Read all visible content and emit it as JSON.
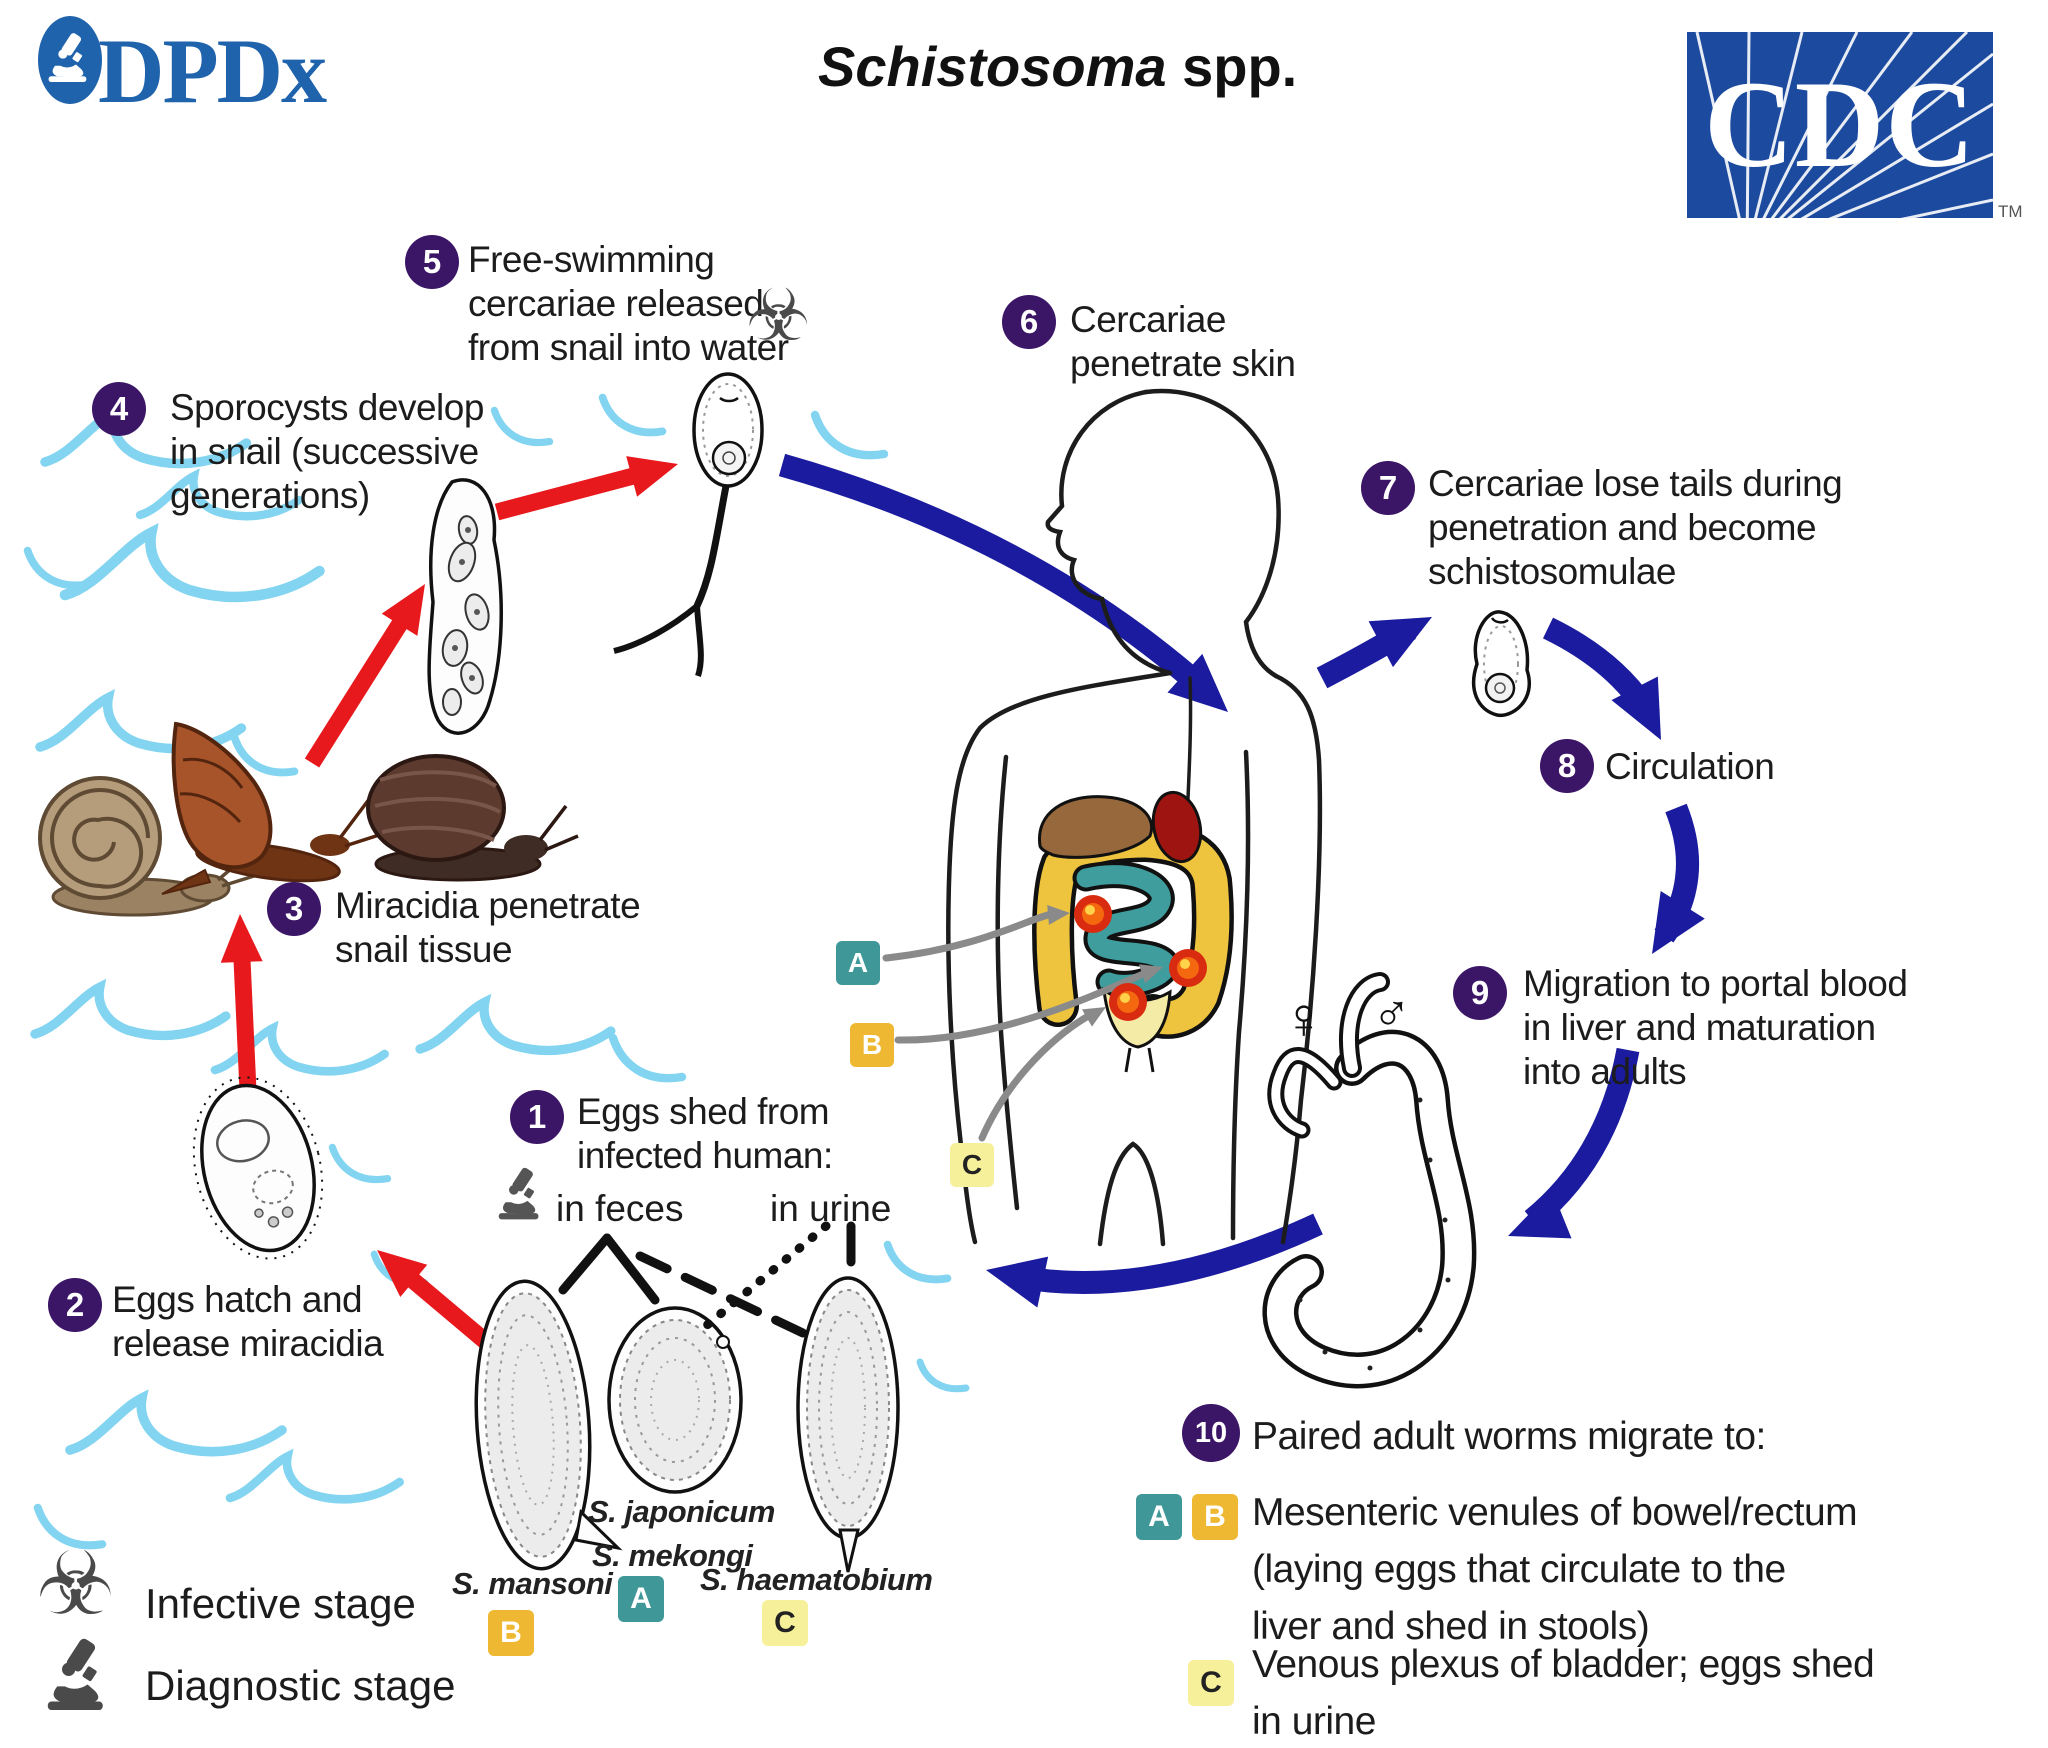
{
  "header": {
    "dpdx": "DPDx",
    "title_species": "Schistosoma",
    "title_suffix": " spp.",
    "cdc": "CDC",
    "tm": "TM"
  },
  "steps": {
    "s1": {
      "num": "1",
      "line1": "Eggs shed from",
      "line2": "infected human:"
    },
    "s2": {
      "num": "2",
      "line1": "Eggs hatch and",
      "line2": "release miracidia"
    },
    "s3": {
      "num": "3",
      "line1": "Miracidia penetrate",
      "line2": "snail tissue"
    },
    "s4": {
      "num": "4",
      "line1": "Sporocysts develop",
      "line2": "in snail (successive",
      "line3": "generations)"
    },
    "s5": {
      "num": "5",
      "line1": "Free-swimming",
      "line2": "cercariae released",
      "line3": "from snail into water"
    },
    "s6": {
      "num": "6",
      "line1": "Cercariae",
      "line2": "penetrate skin"
    },
    "s7": {
      "num": "7",
      "line1": "Cercariae lose tails during",
      "line2": "penetration and become",
      "line3": "schistosomulae"
    },
    "s8": {
      "num": "8",
      "line1": "Circulation"
    },
    "s9": {
      "num": "9",
      "line1": "Migration to portal blood",
      "line2": "in liver and maturation",
      "line3": "into adults"
    },
    "s10": {
      "num": "10",
      "line1": "Paired adult worms migrate to:"
    }
  },
  "routes": {
    "feces": "in feces",
    "urine": "in urine"
  },
  "species": {
    "mansoni": "S. mansoni",
    "japonicum": "S. japonicum",
    "mekongi": "S. mekongi",
    "haematobium": "S. haematobium"
  },
  "badges": {
    "a": "A",
    "b": "B",
    "c": "C"
  },
  "destinations": {
    "ab_line1": "Mesenteric venules of bowel/rectum",
    "ab_line2": "(laying eggs that circulate to the",
    "ab_line3": "liver and shed in stools)",
    "c_line1": "Venous plexus of bladder; eggs shed",
    "c_line2": "in urine"
  },
  "legend": {
    "infective": "Infective stage",
    "diagnostic": "Diagnostic stage"
  },
  "symbols": {
    "female": "♀",
    "male": "♂",
    "biohazard": "☣"
  },
  "colors": {
    "step_circle": "#3b1566",
    "badge_a": "#3f9797",
    "badge_b": "#efb832",
    "badge_c": "#f7f09b",
    "arrow_red": "#e8191d",
    "arrow_blue": "#1b1b9f",
    "water": "#82d4f0",
    "cdc_blue": "#1b4a9e",
    "dpdx_blue": "#2063ad"
  }
}
